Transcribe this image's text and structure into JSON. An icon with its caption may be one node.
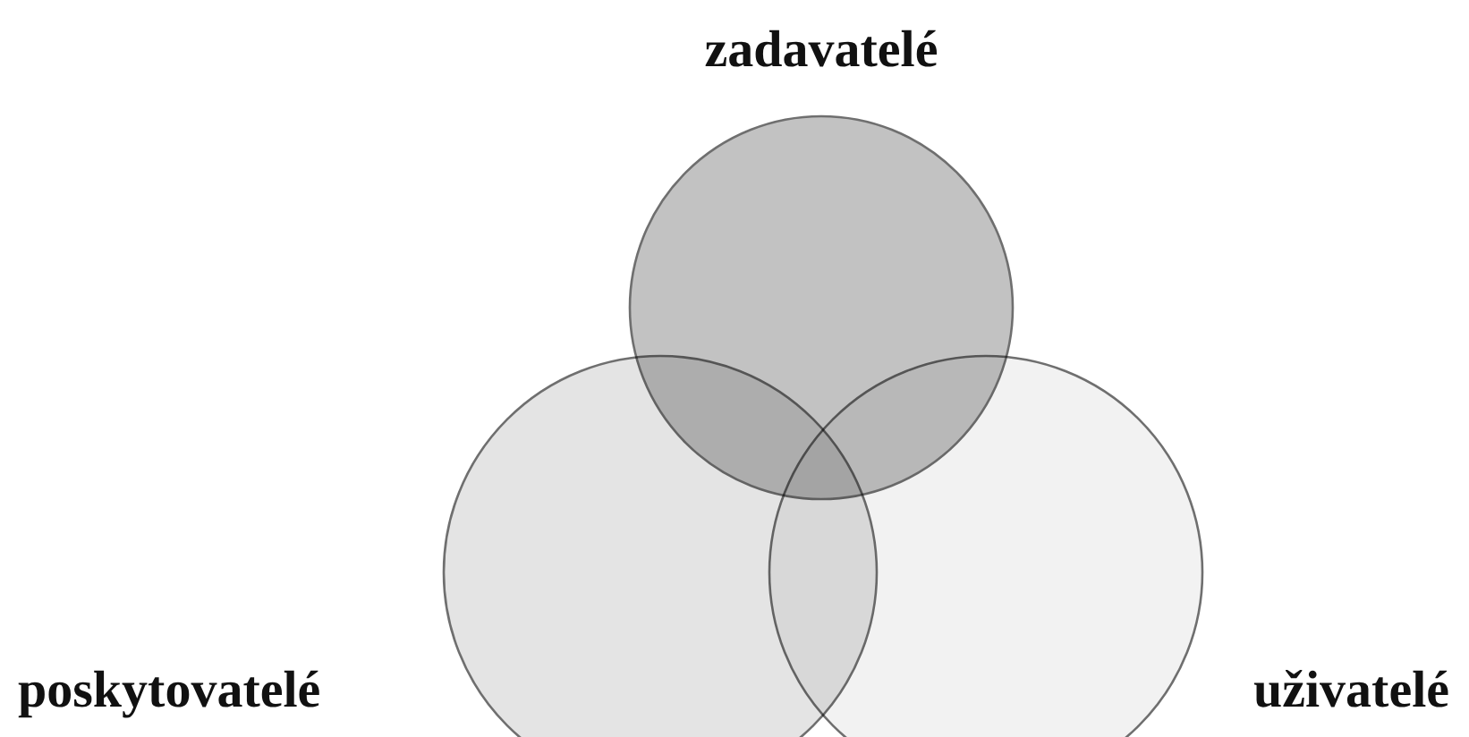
{
  "diagram": {
    "nodes": [
      {
        "text": [
          "zadavatelé"
        ]
      },
      {
        "text": [
          "poskytovatelé"
        ]
      },
      {
        "text": [
          "uživatelé"
        ]
      }
    ],
    "edges": []
  }
}
